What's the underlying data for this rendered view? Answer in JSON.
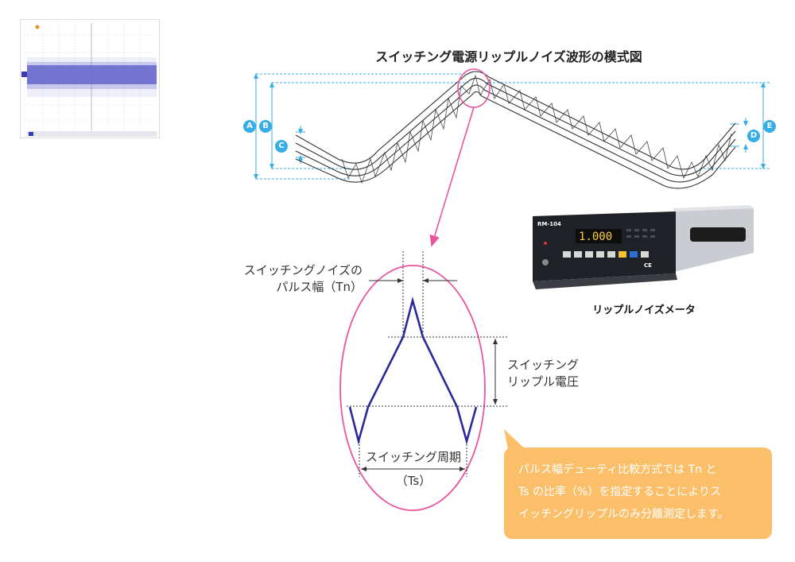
{
  "title": "スイッチング電源リップルノイズ波形の模式図",
  "markers": {
    "a": "A",
    "b": "B",
    "c": "C",
    "d": "D",
    "e": "E"
  },
  "pulse_label": {
    "line1": "スイッチングノイズの",
    "line2": "パルス幅（Tn）"
  },
  "ripple_label": {
    "line1": "スイッチング",
    "line2": "リップル電圧"
  },
  "period_label": {
    "line1": "スイッチング周期",
    "line2": "（Ts）"
  },
  "meter_caption": "リップルノイズメータ",
  "meter_panel": {
    "model": "RM-104",
    "display": "1.000",
    "brand": "CE"
  },
  "note_lines": [
    "パルス幅デューティ比較方式では Tn と",
    "Ts の比率（%）を指定することによりス",
    "イッチングリップルのみ分離測定します。"
  ],
  "colors": {
    "marker_blue": "#35aee6",
    "highlight_pink": "#e8559e",
    "waveform_navy": "#2a2a9a",
    "note_orange": "#fbbf6a",
    "scope_trace": "#3a3ab8"
  }
}
